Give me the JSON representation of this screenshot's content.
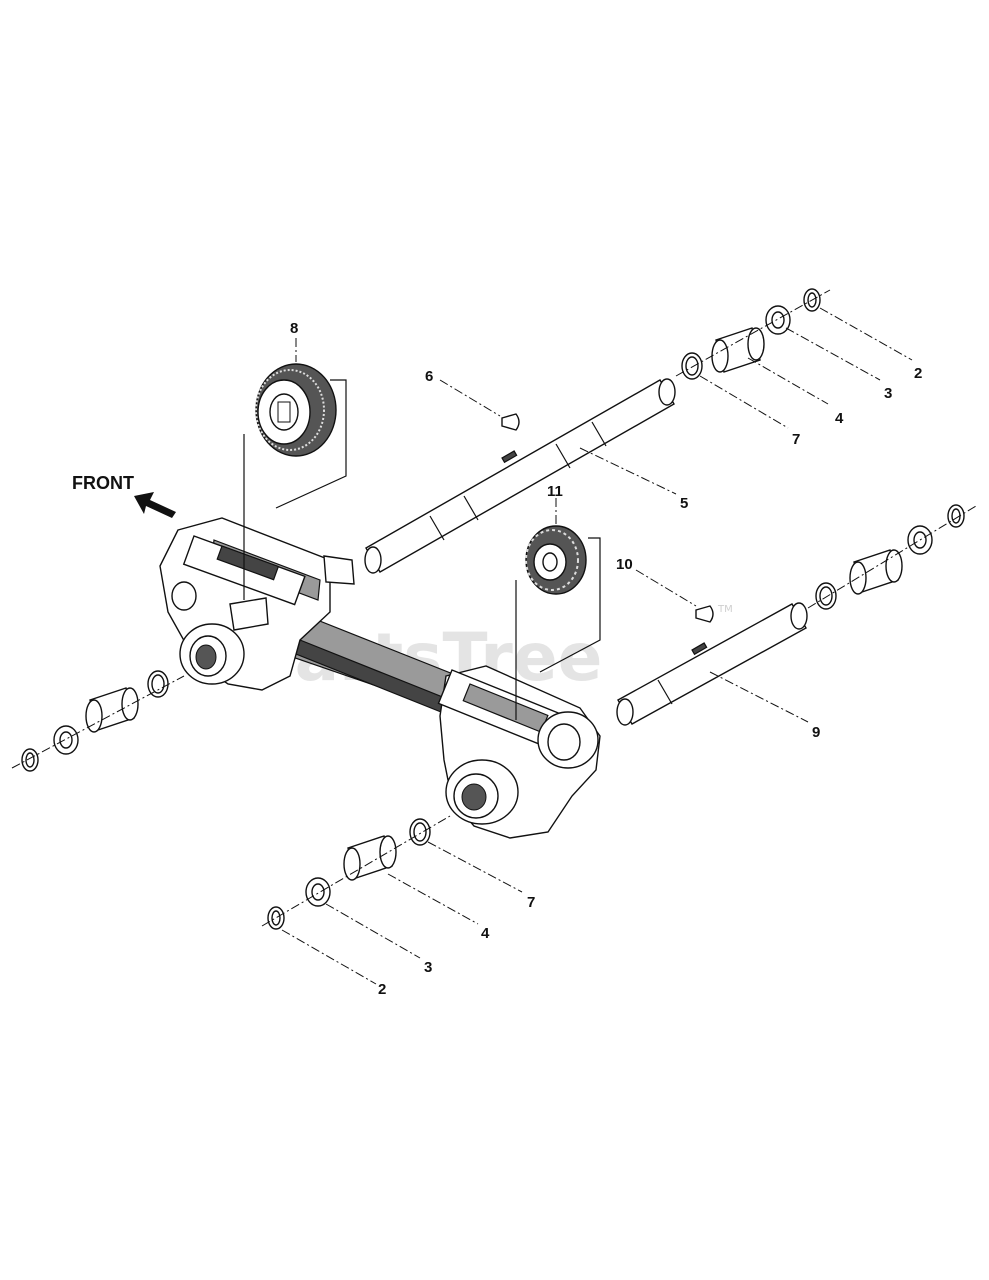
{
  "diagram": {
    "front_label": "FRONT",
    "watermark": "PartsTree",
    "watermark_tm": "TM",
    "callouts": [
      "2",
      "3",
      "4",
      "7",
      "5",
      "6",
      "8",
      "11",
      "10",
      "9",
      "7",
      "4",
      "3",
      "2"
    ]
  }
}
